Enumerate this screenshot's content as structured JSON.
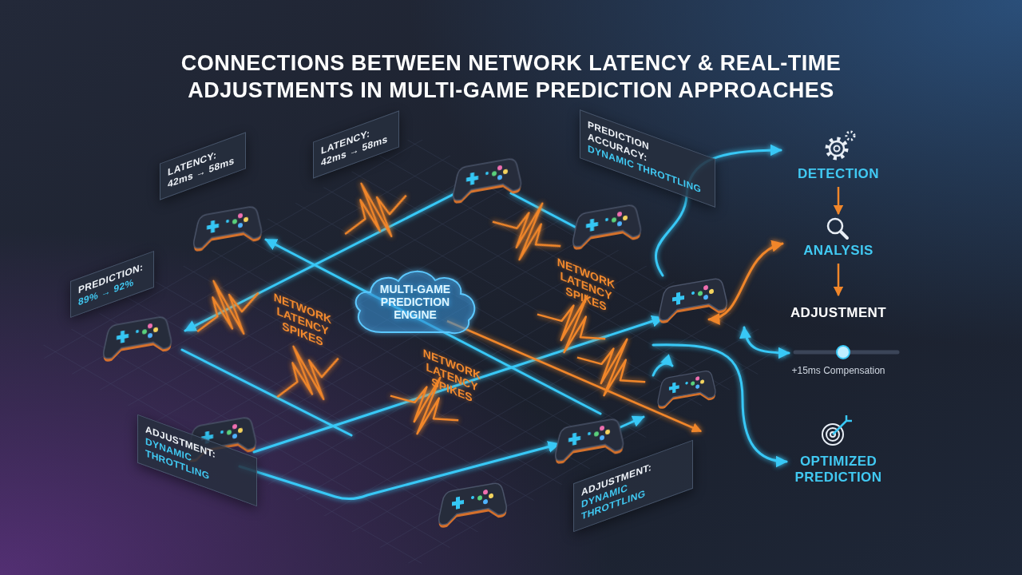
{
  "diagram": {
    "title": "CONNECTIONS BETWEEN NETWORK LATENCY & REAL-TIME ADJUSTMENTS IN MULTI-GAME PREDICTION APPROACHES",
    "nodes": [
      {
        "text": [
          "LATENCY:",
          "42ms → 58ms"
        ]
      },
      {
        "text": [
          "LATENCY:",
          "42ms → 58ms"
        ]
      },
      {
        "text": [
          "PREDICTION ACCURACY:",
          "DYNAMIC THROTTLING"
        ]
      },
      {
        "text": [
          "DETECTION"
        ]
      },
      {
        "text": [
          "ANALYSIS"
        ]
      },
      {
        "text": [
          "PREDICTION:",
          "89% → 92%"
        ]
      },
      {
        "text": [
          "MULTI-GAME PREDICTION ENGINE"
        ]
      },
      {
        "text": [
          "ADJUSTMENT",
          "+15ms Compensation"
        ]
      },
      {
        "text": [
          "ADJUSTMENT:",
          "DYNAMIC THROTTLING"
        ]
      },
      {
        "text": [
          "ADJUSTMENT:",
          "DYNAMIC THROTTLING"
        ]
      },
      {
        "text": [
          "OPTIMIZED PREDICTION"
        ]
      }
    ],
    "edges": [
      {
        "from": 3,
        "to": 4,
        "arrow": "to"
      },
      {
        "from": 4,
        "to": 7,
        "arrow": "to"
      }
    ],
    "labels": [
      "NETWORK LATENCY SPIKES",
      "NETWORK LATENCY SPIKES",
      "NETWORK LATENCY SPIKES"
    ]
  }
}
